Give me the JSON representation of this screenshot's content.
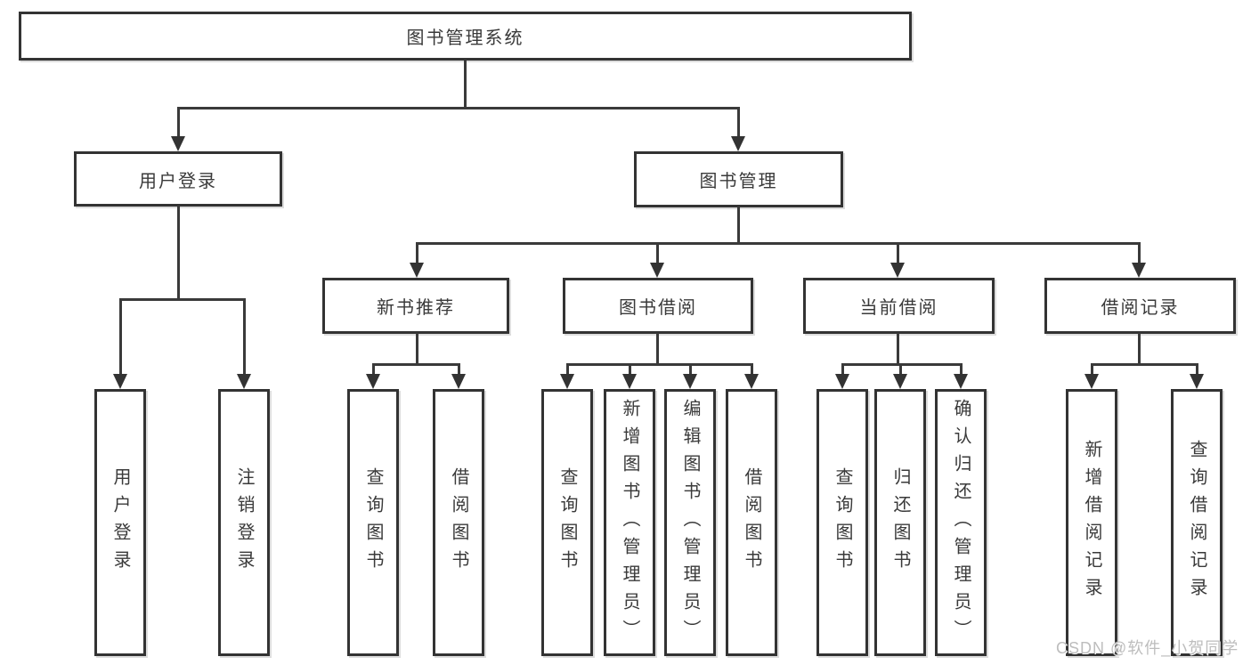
{
  "tree": {
    "root": {
      "label": "图书管理系统"
    },
    "branches": [
      {
        "label": "用户登录",
        "leaves": [
          {
            "label": "用户登录"
          },
          {
            "label": "注销登录"
          }
        ]
      },
      {
        "label": "图书管理",
        "groups": [
          {
            "label": "新书推荐",
            "leaves": [
              {
                "label": "查询图书"
              },
              {
                "label": "借阅图书"
              }
            ]
          },
          {
            "label": "图书借阅",
            "leaves": [
              {
                "label": "查询图书"
              },
              {
                "label": "新增图书（管理员）"
              },
              {
                "label": "编辑图书（管理员）"
              },
              {
                "label": "借阅图书"
              }
            ]
          },
          {
            "label": "当前借阅",
            "leaves": [
              {
                "label": "查询图书"
              },
              {
                "label": "归还图书"
              },
              {
                "label": "确认归还（管理员）"
              }
            ]
          },
          {
            "label": "借阅记录",
            "leaves": [
              {
                "label": "新增借阅记录"
              },
              {
                "label": "查询借阅记录"
              }
            ]
          }
        ]
      }
    ]
  },
  "watermark": {
    "text": "CSDN @软件_小贺同学"
  },
  "colors": {
    "line": "#3a3a3a",
    "box_border": "#333333",
    "text": "#3a3a3a",
    "background": "#ffffff",
    "watermark": "#bdbdbd"
  }
}
